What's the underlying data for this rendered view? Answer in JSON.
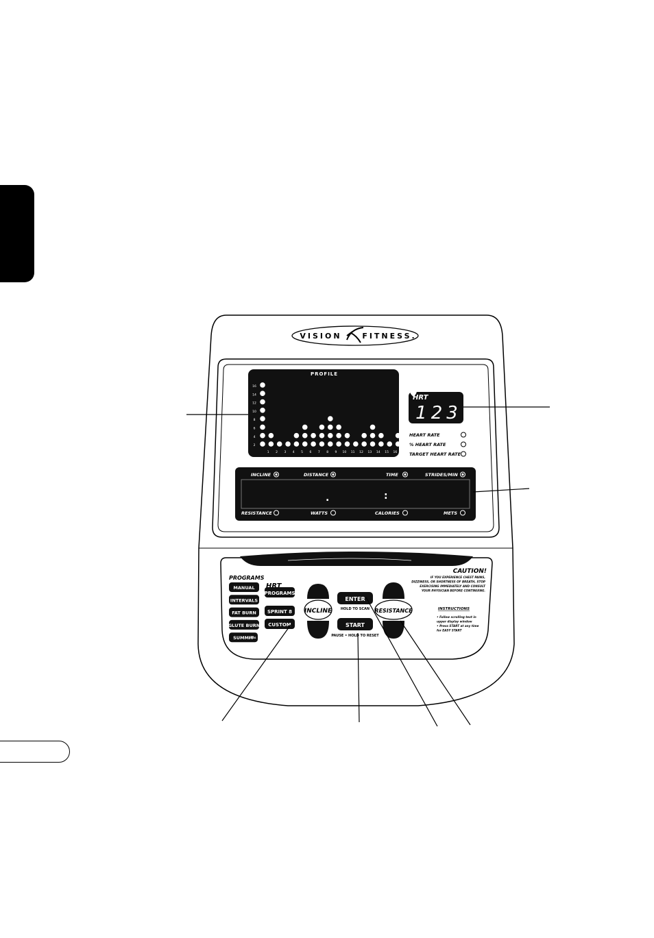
{
  "brand": {
    "left": "VISION",
    "right": "FITNESS."
  },
  "profile": {
    "title": "PROFILE",
    "y_labels": [
      "16",
      "14",
      "12",
      "10",
      "8",
      "6",
      "4",
      "2"
    ],
    "x_labels": [
      "1",
      "2",
      "3",
      "4",
      "5",
      "6",
      "7",
      "8",
      "9",
      "10",
      "11",
      "12",
      "13",
      "14",
      "15",
      "16"
    ],
    "column_heights": [
      8,
      2,
      1,
      1,
      2,
      3,
      2,
      3,
      4,
      3,
      2,
      1,
      2,
      3,
      2,
      1,
      2
    ]
  },
  "hrt": {
    "label": "HRT",
    "readout": "123",
    "indicators": [
      "HEART RATE",
      "% HEART RATE",
      "TARGET HEART RATE"
    ]
  },
  "display": {
    "top_labels": [
      "INCLINE",
      "DISTANCE",
      "TIME",
      "STRIDES/MIN"
    ],
    "bottom_labels": [
      "RESISTANCE",
      "WATTS",
      "CALORIES",
      "METS"
    ],
    "dot": ".",
    "colon": ":"
  },
  "programs": {
    "title": "PROGRAMS",
    "left_buttons": [
      "MANUAL",
      "INTERVALS",
      "FAT BURN",
      "GLUTE BURN",
      "SUMMIT"
    ],
    "summit_suffix": "PASS",
    "hrt_label": "HRT",
    "hrt_programs": "PROGRAMS",
    "sprint": "SPRINT 8",
    "custom": "CUSTOM"
  },
  "controls": {
    "incline": "INCLINE",
    "enter": "ENTER",
    "enter_sub": "HOLD TO SCAN",
    "start": "START",
    "start_sub": "PAUSE • HOLD TO RESET",
    "resistance": "RESISTANCE"
  },
  "caution": {
    "title": "CAUTION!",
    "lines": [
      "IF YOU EXPERIENCE CHEST PAINS,",
      "DIZZINESS, OR SHORTNESS OF BREATH, STOP",
      "EXERCISING IMMEDIATELY AND CONSULT",
      "YOUR PHYSICIAN BEFORE CONTINUING."
    ]
  },
  "instructions": {
    "title": "INSTRUCTIONS",
    "lines": [
      "• Follow scrolling text in",
      "upper display window",
      "• Press START at any time",
      "for EASY START"
    ]
  }
}
